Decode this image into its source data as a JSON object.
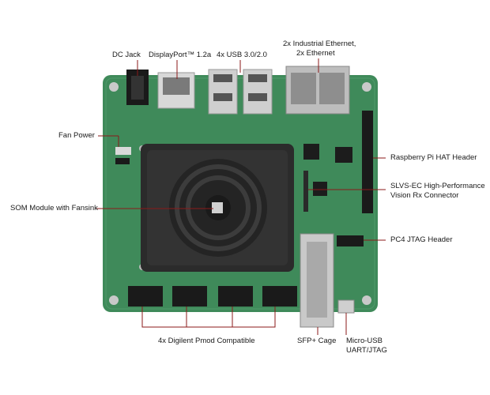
{
  "labels": {
    "dc_jack": "DC Jack",
    "displayport": "DisplayPort™ 1.2a",
    "usb": "4x USB 3.0/2.0",
    "ethernet_line1": "2x Industrial Ethernet,",
    "ethernet_line2": "2x Ethernet",
    "fan_power": "Fan Power",
    "som_module": "SOM Module with Fansink",
    "raspberry_pi": "Raspberry Pi HAT Header",
    "slvs_line1": "SLVS-EC High-Performance",
    "slvs_line2": "Vision Rx Connector",
    "pc4_jtag": "PC4 JTAG Header",
    "pmod": "4x Digilent Pmod Compatible",
    "sfp": "SFP+ Cage",
    "micro_usb_line1": "Micro-USB",
    "micro_usb_line2": "UART/JTAG"
  },
  "colors": {
    "pcb": "#3f8a5a",
    "pcb_dark": "#2f6f47",
    "leader": "#8b1a1a",
    "heatsink": "#2b2b2b"
  }
}
